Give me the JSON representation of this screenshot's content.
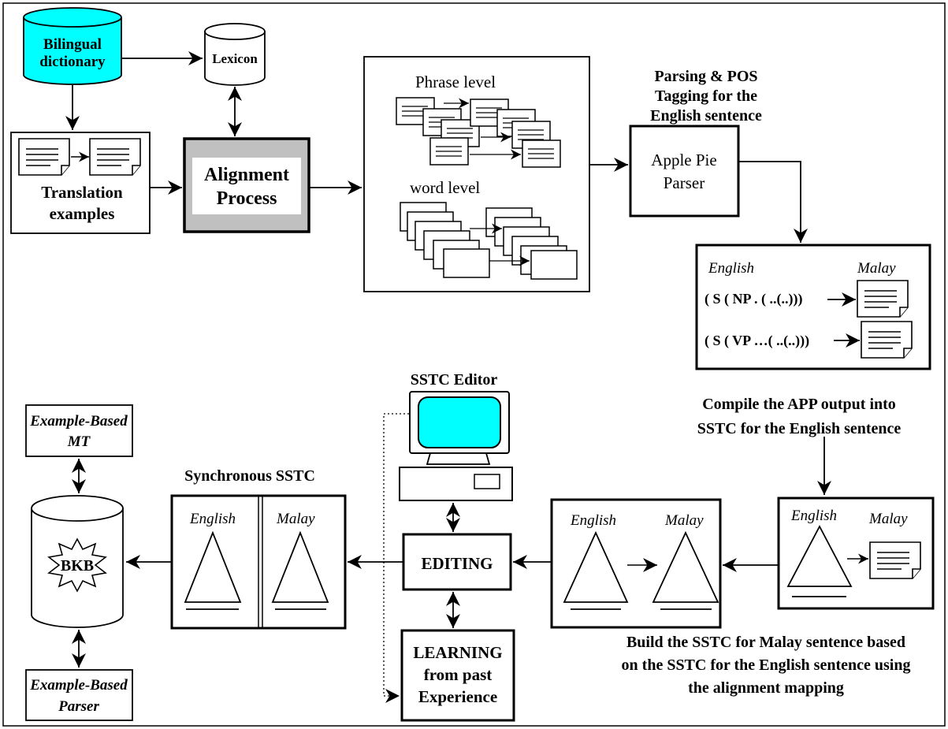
{
  "sources": {
    "dictionary": [
      "Bilingual",
      "dictionary"
    ],
    "lexicon": "Lexicon",
    "examples": [
      "Translation",
      "examples"
    ]
  },
  "alignment": [
    "Alignment",
    "Process"
  ],
  "levels": {
    "phrase": "Phrase level",
    "word": "word level"
  },
  "parsing_caption": [
    "Parsing & POS",
    "Tagging for the",
    "English sentence"
  ],
  "parser": [
    "Apple Pie",
    "Parser"
  ],
  "app_output": {
    "english": "English",
    "malay": "Malay",
    "line1": "( S ( NP . ( ..(..)))",
    "line2": "( S ( VP …( ..(..)))"
  },
  "compile_caption": [
    "Compile the APP output into",
    "SSTC for the English sentence"
  ],
  "english_sstc": {
    "english": "English",
    "malay": "Malay"
  },
  "build_box": {
    "english": "English",
    "malay": "Malay"
  },
  "build_caption": [
    "Build the SSTC for Malay sentence based",
    "on the SSTC for the English sentence using",
    "the alignment mapping"
  ],
  "editing": "EDITING",
  "learning": [
    "LEARNING",
    "from past",
    "Experience"
  ],
  "editor_title": "SSTC Editor",
  "synchronous": {
    "title": "Synchronous SSTC",
    "english": "English",
    "malay": "Malay"
  },
  "bkb": "BKB",
  "ebmt": [
    "Example-Based",
    "MT"
  ],
  "ebparser": [
    "Example-Based",
    "Parser"
  ],
  "colors": {
    "cyan": "#00FFFF",
    "gray": "#C0C0C0",
    "ink": "#000000"
  }
}
